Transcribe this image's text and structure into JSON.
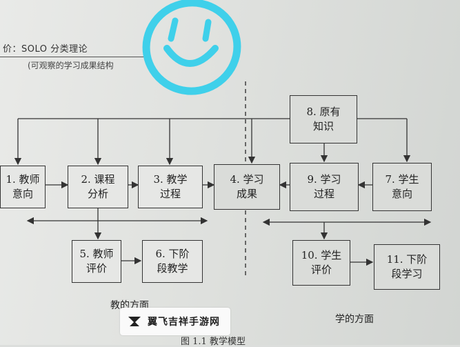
{
  "header": {
    "title": "价：SOLO 分类理论",
    "subtitle": "(可观察的学习成果结构"
  },
  "boxes": {
    "b1": "1. 教师\n意向",
    "b2": "2. 课程\n分析",
    "b3": "3. 教学\n过程",
    "b4": "4. 学习\n成果",
    "b5": "5. 教师\n评价",
    "b6": "6. 下阶\n段教学",
    "b7": "7. 学生\n意向",
    "b8": "8. 原有\n知识",
    "b9": "9. 学习\n过程",
    "b10": "10. 学生\n评价",
    "b11": "11. 下阶\n段学习"
  },
  "captions": {
    "teaching": "教的方面",
    "learning": "学的方面",
    "figure": "图 1.1    教学模型"
  },
  "watermark": {
    "text": "翼飞吉祥手游网",
    "icon": "brand-logo-icon"
  },
  "overlay": {
    "icon": "smiley-face-icon",
    "color": "#3fd0ea"
  }
}
